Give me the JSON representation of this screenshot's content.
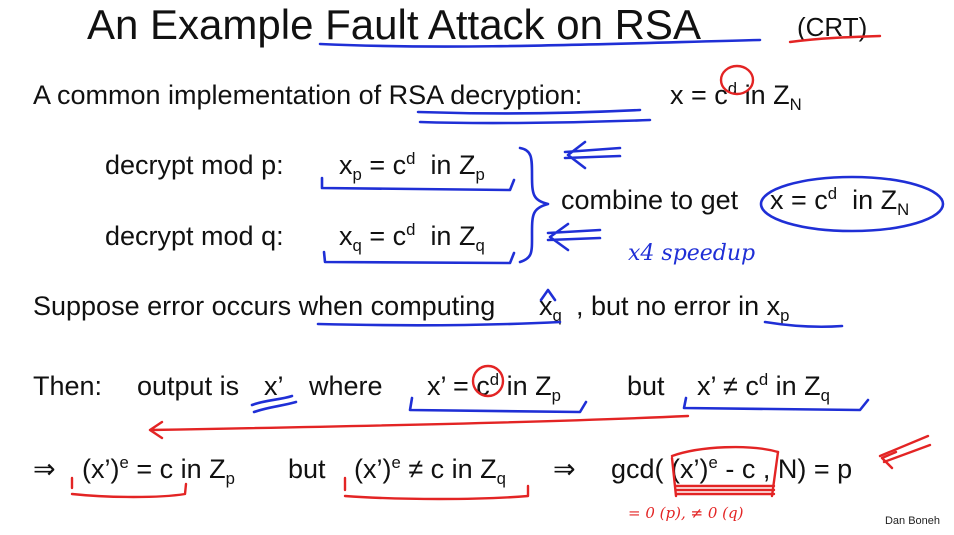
{
  "slide": {
    "title": "An Example Fault Attack on RSA",
    "title_tag": "(CRT)",
    "line1": {
      "text": "A common implementation of RSA decryption:",
      "eq": "x = c",
      "eq_exp": "d",
      "eq_in": "in Z",
      "eq_sub": "N"
    },
    "line2": {
      "label": "decrypt mod p:",
      "x": "x",
      "x_sub": "p",
      "eq": "= c",
      "exp": "d",
      "in": "in Z",
      "sub": "p"
    },
    "line3": {
      "label": "decrypt mod q:",
      "x": "x",
      "x_sub": "q",
      "eq": "= c",
      "exp": "d",
      "in": "in Z",
      "sub": "q"
    },
    "combine": {
      "text": "combine to get",
      "eq": "x = c",
      "exp": "d",
      "in": "in Z",
      "sub": "N"
    },
    "line4": {
      "text": "Suppose error occurs when computing",
      "x": "x",
      "x_sub": "q",
      "mid": ",  but no error in x",
      "mid_sub": "p"
    },
    "line5": {
      "then": "Then:",
      "output": "output is",
      "xprime": "x’",
      "where": "where",
      "eq1": "x’ = c",
      "exp1": "d",
      "in1": "in Z",
      "sub1": "p",
      "but": "but",
      "eq2": "x’ ≠ c",
      "exp2": "d",
      "in2": "in Z",
      "sub2": "q"
    },
    "line6": {
      "arrow": "⇒",
      "a": "(x’)",
      "a_exp": "e",
      "a_rest": "= c  in Z",
      "a_sub": "p",
      "but": "but",
      "b": "(x’)",
      "b_exp": "e",
      "b_rest": "≠ c  in Z",
      "b_sub": "q",
      "arrow2": "⇒",
      "gcd": "gcd( (x’)",
      "gcd_exp": "e",
      "gcd_rest": "- c , N) = p"
    },
    "annotations": {
      "speedup": "x4 speedup",
      "mod_note": "= 0 (p),  ≠ 0 (q)"
    },
    "author": "Dan Boneh"
  }
}
